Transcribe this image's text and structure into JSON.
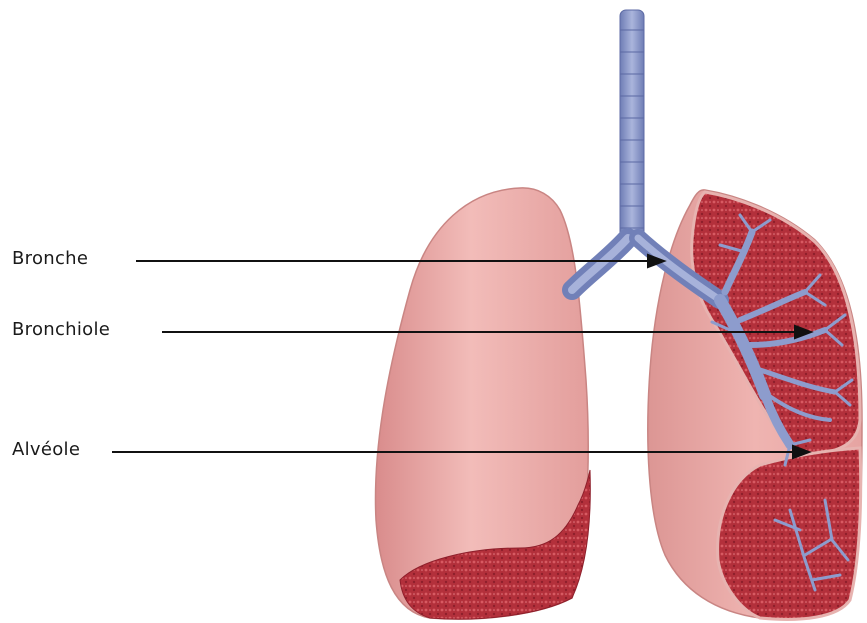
{
  "labels": {
    "bronche": "Bronche",
    "bronchiole": "Bronchiole",
    "alveole": "Alvéole"
  },
  "colors": {
    "lung_surface": "#e9a3a1",
    "lung_highlight": "#f3c0bd",
    "lung_tissue": "#b8353f",
    "airway": "#8f9cc9",
    "airway_dark": "#5f6da8",
    "arrow": "#111111"
  }
}
